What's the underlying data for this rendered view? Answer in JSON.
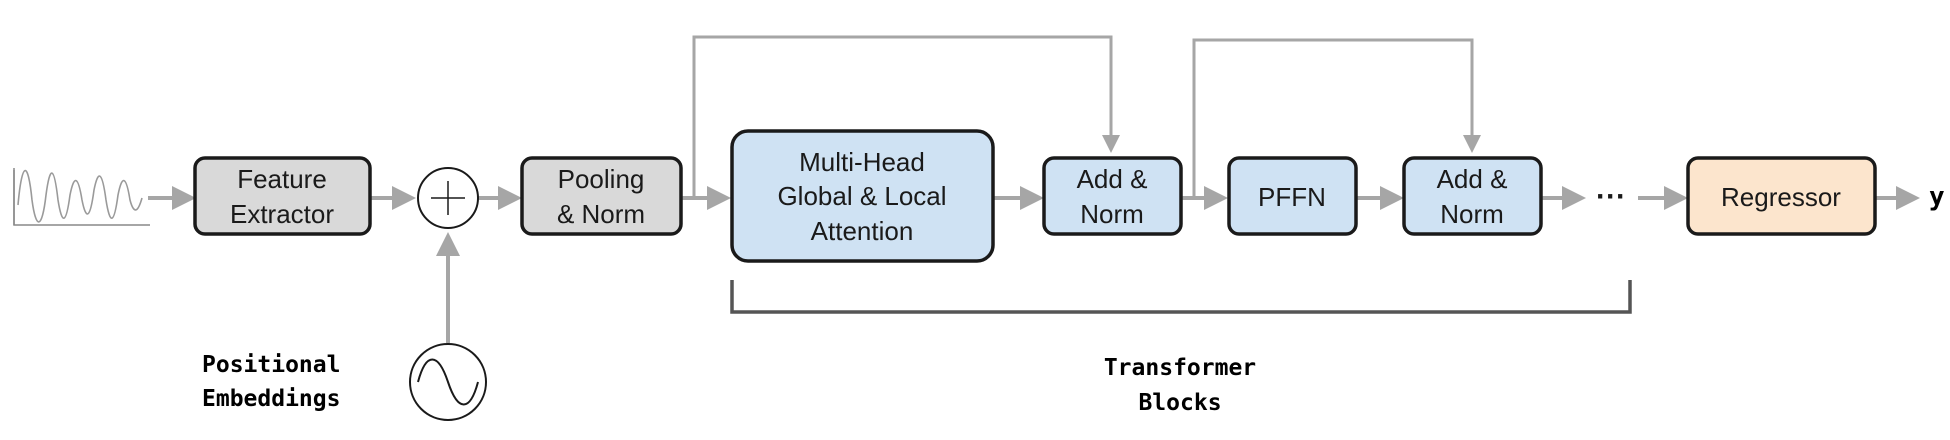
{
  "boxes": {
    "feature_extractor": {
      "lines": [
        "Feature",
        "Extractor"
      ],
      "fill": "#d9d9d9"
    },
    "pooling_norm": {
      "lines": [
        "Pooling",
        "& Norm"
      ],
      "fill": "#d9d9d9"
    },
    "attention": {
      "lines": [
        "Multi-Head",
        "Global & Local",
        "Attention"
      ],
      "fill": "#cfe2f3"
    },
    "add_norm_1": {
      "lines": [
        "Add &",
        "Norm"
      ],
      "fill": "#cfe2f3"
    },
    "pffn": {
      "lines": [
        "PFFN"
      ],
      "fill": "#cfe2f3"
    },
    "add_norm_2": {
      "lines": [
        "Add &",
        "Norm"
      ],
      "fill": "#cfe2f3"
    },
    "regressor": {
      "lines": [
        "Regressor"
      ],
      "fill": "#fce5cd"
    }
  },
  "positional_embeddings": {
    "lines": [
      "Positional",
      "Embeddings"
    ]
  },
  "transformer_blocks": {
    "lines": [
      "Transformer",
      "Blocks"
    ]
  },
  "ellipsis": "···",
  "output": "y",
  "icons": [
    "waveform-icon",
    "plus-circle-icon",
    "sine-wave-icon"
  ],
  "colors": {
    "gray_box": "#d9d9d9",
    "blue_box": "#cfe2f3",
    "orange_box": "#fce5cd",
    "arrow": "#a6a6a6",
    "border": "#1a1a1a"
  }
}
